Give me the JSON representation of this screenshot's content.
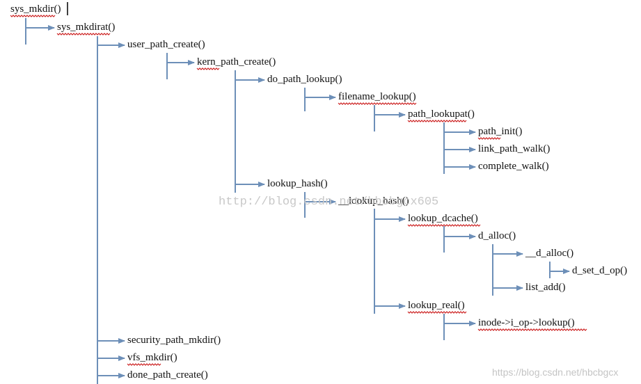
{
  "colors": {
    "connector": "#6d8fb8",
    "text": "#111111",
    "spellcheck_underline": "#cc2020",
    "watermark": "#c4c4c4"
  },
  "nodes": [
    {
      "id": "sys-mkdir",
      "label": "sys_mkdir()"
    },
    {
      "id": "sys-mkdirat",
      "label": "sys_mkdirat()"
    },
    {
      "id": "user-path-create",
      "label": "user_path_create()"
    },
    {
      "id": "kern-path-create",
      "label": "kern_path_create()"
    },
    {
      "id": "do-path-lookup",
      "label": "do_path_lookup()"
    },
    {
      "id": "filename-lookup",
      "label": "filename_lookup()"
    },
    {
      "id": "path-lookupat",
      "label": "path_lookupat()"
    },
    {
      "id": "path-init",
      "label": "path_init()"
    },
    {
      "id": "link-path-walk",
      "label": "link_path_walk()"
    },
    {
      "id": "complete-walk",
      "label": "complete_walk()"
    },
    {
      "id": "lookup-hash",
      "label": "lookup_hash()"
    },
    {
      "id": "dunder-lookup-hash",
      "label": "__lookup_hash()"
    },
    {
      "id": "lookup-dcache",
      "label": "lookup_dcache()"
    },
    {
      "id": "d-alloc",
      "label": "d_alloc()"
    },
    {
      "id": "dunder-d-alloc",
      "label": "__d_alloc()"
    },
    {
      "id": "d-set-d-op",
      "label": "d_set_d_op()"
    },
    {
      "id": "list-add",
      "label": "list_add()"
    },
    {
      "id": "lookup-real",
      "label": "lookup_real()"
    },
    {
      "id": "inode-i-op-lookup",
      "label": "inode->i_op->lookup()"
    },
    {
      "id": "security-path-mkdir",
      "label": "security_path_mkdir()"
    },
    {
      "id": "vfs-mkdir",
      "label": "vfs_mkdir()"
    },
    {
      "id": "done-path-create",
      "label": "done_path_create()"
    }
  ],
  "watermarks": {
    "middle": "http://blog.csdn.net/hbcbgcx605",
    "corner": "https://blog.csdn.net/hbcbgcx"
  }
}
